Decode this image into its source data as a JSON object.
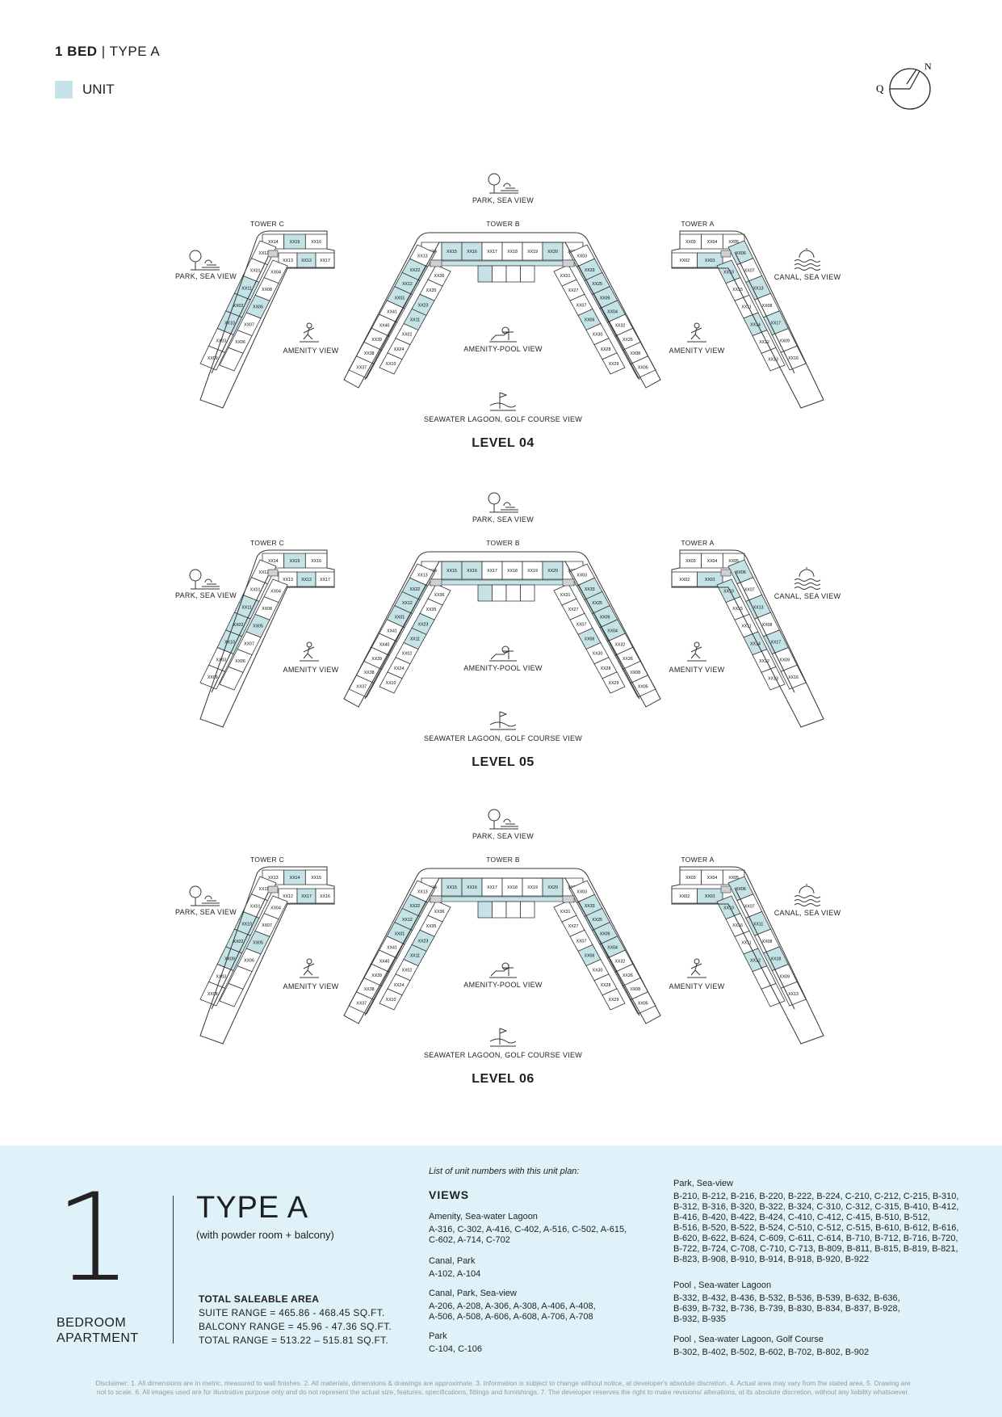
{
  "header": {
    "bed": "1 BED",
    "sep": " | ",
    "type": "TYPE A",
    "legend_label": "UNIT",
    "compass_n": "N",
    "compass_q": "Q"
  },
  "colors": {
    "unit": "#c5e3e6",
    "accent_panel": "#dff1f9"
  },
  "icons": [
    "tree-icon",
    "sun-clouds-icon",
    "sun-waves-icon",
    "pool-icon",
    "golf-icon",
    "amenity-figure-icon",
    "compass-icon"
  ],
  "plans": [
    {
      "level": "LEVEL 04",
      "towers": [
        "TOWER C",
        "TOWER B",
        "TOWER A"
      ],
      "views": {
        "top": "PARK, SEA VIEW",
        "left": "PARK, SEA VIEW",
        "right": "CANAL, SEA VIEW",
        "amenity_left": "AMENITY VIEW",
        "amenity_right": "AMENITY VIEW",
        "center": "AMENITY-POOL VIEW",
        "bottom": "SEAWATER LAGOON, GOLF COURSE VIEW"
      },
      "tower_c_units": [
        "XX14",
        "XX15",
        "XX16",
        "XX13",
        "XX12",
        "XX17",
        "XX12",
        "XX01",
        "XX11",
        "XX02",
        "XX10",
        "XX03",
        "XX09",
        "XX04",
        "XX08",
        "XX05",
        "XX07",
        "XX06"
      ],
      "tower_b_units": [
        "XX14",
        "XX15",
        "XX16",
        "XX17",
        "XX18",
        "XX19",
        "XX20",
        "XX21",
        "XX13",
        "XX22",
        "XX12",
        "XX01",
        "XX41",
        "XX40",
        "XX39",
        "XX38",
        "XX37",
        "XX36",
        "XX35",
        "XX23",
        "XX11",
        "XX02",
        "XX24",
        "XX10",
        "XX03",
        "XX33",
        "XX25",
        "XX09",
        "XX04",
        "XX32",
        "XX26",
        "XX08",
        "XX05",
        "XX31",
        "XX27",
        "XX07",
        "XX06",
        "XX30",
        "XX28",
        "XX29"
      ],
      "tower_a_units": [
        "XX03",
        "XX04",
        "XX05",
        "XX02",
        "XX01",
        "XX06",
        "XX07",
        "XX13",
        "XX08",
        "XX17",
        "XX09",
        "XX16",
        "XX10",
        "XX15",
        "XX11",
        "XX14",
        "XX12",
        "XX13"
      ]
    },
    {
      "level": "LEVEL 05",
      "towers": [
        "TOWER C",
        "TOWER B",
        "TOWER A"
      ],
      "views": {
        "top": "PARK, SEA VIEW",
        "left": "PARK, SEA VIEW",
        "right": "CANAL, SEA VIEW",
        "amenity_left": "AMENITY VIEW",
        "amenity_right": "AMENITY VIEW",
        "center": "AMENITY-POOL VIEW",
        "bottom": "SEAWATER LAGOON, GOLF COURSE VIEW"
      },
      "tower_c_units": [
        "XX14",
        "XX15",
        "XX16",
        "XX13",
        "XX12",
        "XX17",
        "XX12",
        "XX01",
        "XX11",
        "XX02",
        "XX10",
        "XX03",
        "XX09",
        "XX04",
        "XX08",
        "XX05",
        "XX07",
        "XX06"
      ],
      "tower_b_units": [
        "XX14",
        "XX15",
        "XX16",
        "XX17",
        "XX18",
        "XX19",
        "XX20",
        "XX21",
        "XX13",
        "XX22",
        "XX12",
        "XX01",
        "XX41",
        "XX40",
        "XX39",
        "XX38",
        "XX37",
        "XX36",
        "XX35",
        "XX23",
        "XX11",
        "XX02",
        "XX24",
        "XX10",
        "XX03",
        "XX33",
        "XX25",
        "XX09",
        "XX04",
        "XX32",
        "XX26",
        "XX08",
        "XX05",
        "XX31",
        "XX27",
        "XX07",
        "XX06",
        "XX30",
        "XX28",
        "XX29"
      ],
      "tower_a_units": [
        "XX03",
        "XX04",
        "XX05",
        "XX02",
        "XX01",
        "XX06",
        "XX07",
        "XX13",
        "XX08",
        "XX17",
        "XX09",
        "XX16",
        "XX10",
        "XX15",
        "XX11",
        "XX14",
        "XX12",
        "XX13"
      ]
    },
    {
      "level": "LEVEL 06",
      "towers": [
        "TOWER C",
        "TOWER B",
        "TOWER A"
      ],
      "views": {
        "top": "PARK, SEA VIEW",
        "left": "PARK, SEA VIEW",
        "right": "CANAL, SEA VIEW",
        "amenity_left": "AMENITY VIEW",
        "amenity_right": "AMENITY VIEW",
        "center": "AMENITY-POOL VIEW",
        "bottom": "SEAWATER LAGOON, GOLF COURSE VIEW"
      },
      "tower_c_units": [
        "XX13",
        "XX14",
        "XX15",
        "XX12",
        "XX17",
        "XX16",
        "XX11",
        "XX01",
        "XX10",
        "XX02",
        "XX09",
        "XX03",
        "XX08",
        "XX04",
        "XX07",
        "XX05",
        "XX06"
      ],
      "tower_b_units": [
        "XX14",
        "XX15",
        "XX16",
        "XX17",
        "XX18",
        "XX19",
        "XX20",
        "XX21",
        "XX13",
        "XX22",
        "XX12",
        "XX01",
        "XX41",
        "XX40",
        "XX39",
        "XX38",
        "XX37",
        "XX36",
        "XX35",
        "XX23",
        "XX11",
        "XX02",
        "XX24",
        "XX10",
        "XX03",
        "XX33",
        "XX25",
        "XX09",
        "XX04",
        "XX32",
        "XX26",
        "XX08",
        "XX05",
        "XX31",
        "XX27",
        "XX07",
        "XX06",
        "XX30",
        "XX28",
        "XX29"
      ],
      "tower_a_units": [
        "XX03",
        "XX04",
        "XX05",
        "XX02",
        "XX01",
        "XX06",
        "XX07",
        "XX11",
        "XX08",
        "XX18",
        "XX09",
        "XX13",
        "XX10",
        "XX16",
        "XX11",
        "XX12"
      ]
    }
  ],
  "footer": {
    "big_number": "1",
    "bedroom_line1": "BEDROOM",
    "bedroom_line2": "APARTMENT",
    "type_title": "TYPE A",
    "type_subtitle": "(with powder room + balcony)",
    "area_heading": "TOTAL SALEABLE AREA",
    "suite_range": "SUITE RANGE = 465.86 - 468.45 SQ.FT.",
    "balcony_range": "BALCONY RANGE = 45.96 - 47.36 SQ.FT.",
    "total_range": "TOTAL RANGE = 513.22 – 515.81 SQ.FT.",
    "list_intro": "List of unit numbers with this unit plan:",
    "views_heading": "VIEWS",
    "view_groups": [
      {
        "title": "Amenity, Sea-water Lagoon",
        "lines": [
          "A-316, C-302, A-416, C-402, A-516, C-502, A-615,",
          "C-602, A-714, C-702"
        ]
      },
      {
        "title": "Canal, Park",
        "lines": [
          "A-102, A-104"
        ]
      },
      {
        "title": "Canal, Park, Sea-view",
        "lines": [
          "A-206, A-208, A-306, A-308, A-406, A-408,",
          "A-506, A-508, A-606, A-608, A-706, A-708"
        ]
      },
      {
        "title": "Park",
        "lines": [
          "C-104, C-106"
        ]
      },
      {
        "title": "Park, Sea-view",
        "lines": [
          "B-210, B-212, B-216, B-220, B-222, B-224, C-210, C-212, C-215, B-310,",
          "B-312, B-316, B-320, B-322, B-324, C-310, C-312, C-315, B-410, B-412,",
          "B-416, B-420, B-422, B-424, C-410, C-412, C-415, B-510, B-512,",
          "B-516, B-520, B-522, B-524, C-510, C-512, C-515, B-610, B-612, B-616,",
          "B-620, B-622, B-624, C-609, C-611, C-614, B-710, B-712, B-716, B-720,",
          "B-722, B-724, C-708, C-710, C-713, B-809, B-811, B-815, B-819, B-821,",
          "B-823, B-908, B-910, B-914, B-918, B-920, B-922"
        ]
      },
      {
        "title": "Pool , Sea-water Lagoon",
        "lines": [
          "B-332, B-432, B-436, B-532, B-536, B-539, B-632, B-636,",
          "B-639, B-732, B-736, B-739, B-830, B-834, B-837, B-928,",
          "B-932, B-935"
        ]
      },
      {
        "title": "Pool , Sea-water Lagoon, Golf Course",
        "lines": [
          "B-302, B-402, B-502, B-602, B-702, B-802, B-902"
        ]
      }
    ],
    "disclaimer_line1": "Disclaimer: 1. All dimensions are in metric, measured to wall finishes. 2. All materials, dimensions & drawings are approximate. 3. Information is subject to change without notice, at developer's absolute discretion. 4. Actual area may vary from the stated area. 5. Drawing are",
    "disclaimer_line2": "not to scale. 6. All images used are for illustrative purpose only and do not represent the actual size, features, specifications, fittings and furnishings. 7. The developer reserves the right to make revisions/ alterations, at its absolute discretion, without any liability whatsoever."
  }
}
